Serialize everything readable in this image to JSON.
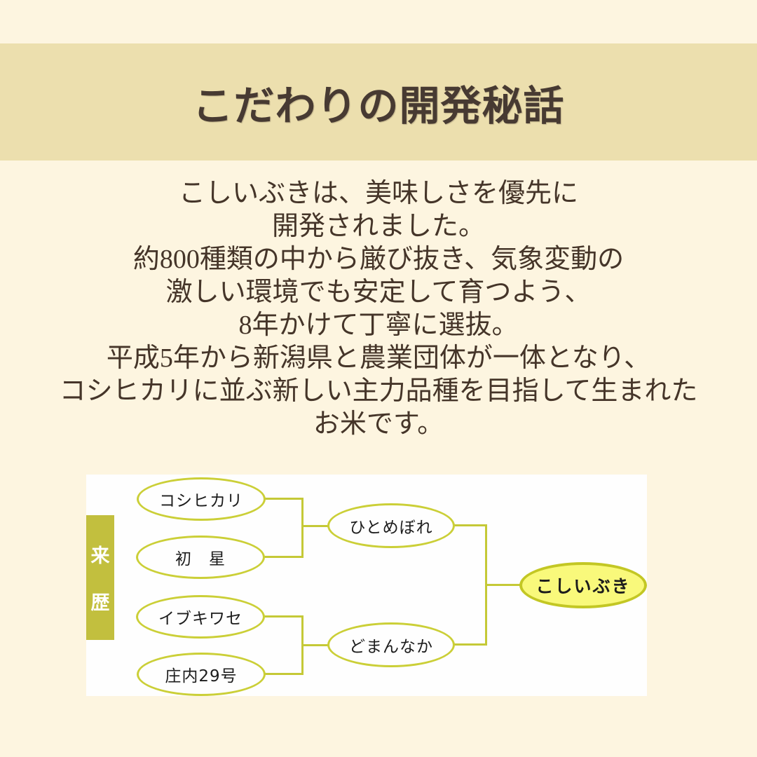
{
  "page": {
    "background_color": "#fdf5e0"
  },
  "header": {
    "title": "こだわりの開発秘話",
    "band_color": "#ecdfae",
    "title_color": "#473a32"
  },
  "intro": {
    "text_color": "#453529",
    "lines": [
      "こしいぶきは、美味しさを優先に",
      "開発されました。",
      "約800種類の中から厳び抜き、気象変動の",
      "激しい環境でも安定して育つよう、",
      "8年かけて丁寧に選抜。",
      "平成5年から新潟県と農業団体が一体となり、",
      "コシヒカリに並ぶ新しい主力品種を目指して生まれた",
      "お米です。"
    ]
  },
  "diagram": {
    "side_label": "来歴",
    "side_label_chars": [
      "来",
      "歴"
    ],
    "nodes": [
      {
        "id": "koshihikari",
        "label": "コシヒカリ"
      },
      {
        "id": "hatsuboshi",
        "label": "初　星"
      },
      {
        "id": "ibukiwase",
        "label": "イブキワセ"
      },
      {
        "id": "shonai-29",
        "label": "庄内29号"
      },
      {
        "id": "hitomebore",
        "label": "ひとめぼれ"
      },
      {
        "id": "domannaka",
        "label": "どまんなか"
      },
      {
        "id": "koshiibuki",
        "label": "こしいぶき"
      }
    ],
    "edges": [
      {
        "parents": [
          "コシヒカリ",
          "初星"
        ],
        "child": "ひとめぼれ"
      },
      {
        "parents": [
          "イブキワセ",
          "庄内29号"
        ],
        "child": "どまんなか"
      },
      {
        "parents": [
          "ひとめぼれ",
          "どまんなか"
        ],
        "child": "こしいぶき"
      }
    ],
    "colors": {
      "panel": "#fefefe",
      "line": "#c5c937",
      "ellipse_border": "#cbcf37",
      "side_bar": "#c2bf3e",
      "result_fill": "#f9f97b",
      "result_border": "#c3c724",
      "node_text": "#1c1c1c"
    }
  }
}
